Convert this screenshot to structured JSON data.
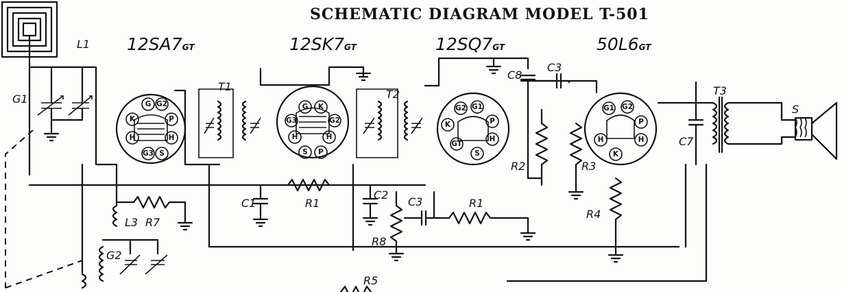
{
  "title": "SCHEMATIC DIAGRAM MODEL T-501",
  "tubes": [
    {
      "name": "12SA7",
      "suffix": "GT"
    },
    {
      "name": "12SK7",
      "suffix": "GT"
    },
    {
      "name": "12SQ7",
      "suffix": "GT"
    },
    {
      "name": "50L6",
      "suffix": "GT"
    }
  ],
  "labels": {
    "L1": "L1",
    "G1": "G1",
    "G2": "G2",
    "L3": "L3",
    "T1": "T1",
    "T2": "T2",
    "T3": "T3",
    "C1": "C1",
    "C2": "C2",
    "C3a": "C3",
    "C3b": "C3",
    "C7": "C7",
    "C8": "C8",
    "R1a": "R1",
    "R1b": "R1",
    "R2": "R2",
    "R3": "R3",
    "R4": "R4",
    "R5": "R5",
    "R7": "R7",
    "R8": "R8",
    "S": "S"
  },
  "pins": {
    "tube1": [
      "G",
      "G2",
      "P",
      "H",
      "S",
      "G3",
      "H",
      "K"
    ],
    "tube2": [
      "G",
      "K",
      "G2",
      "H",
      "P",
      "S",
      "H",
      "G3"
    ],
    "tube3": [
      "G2",
      "G1",
      "P",
      "H",
      "S",
      "GT",
      "K"
    ],
    "tube4": [
      "G1",
      "G2",
      "P",
      "H",
      "K",
      "H"
    ]
  }
}
